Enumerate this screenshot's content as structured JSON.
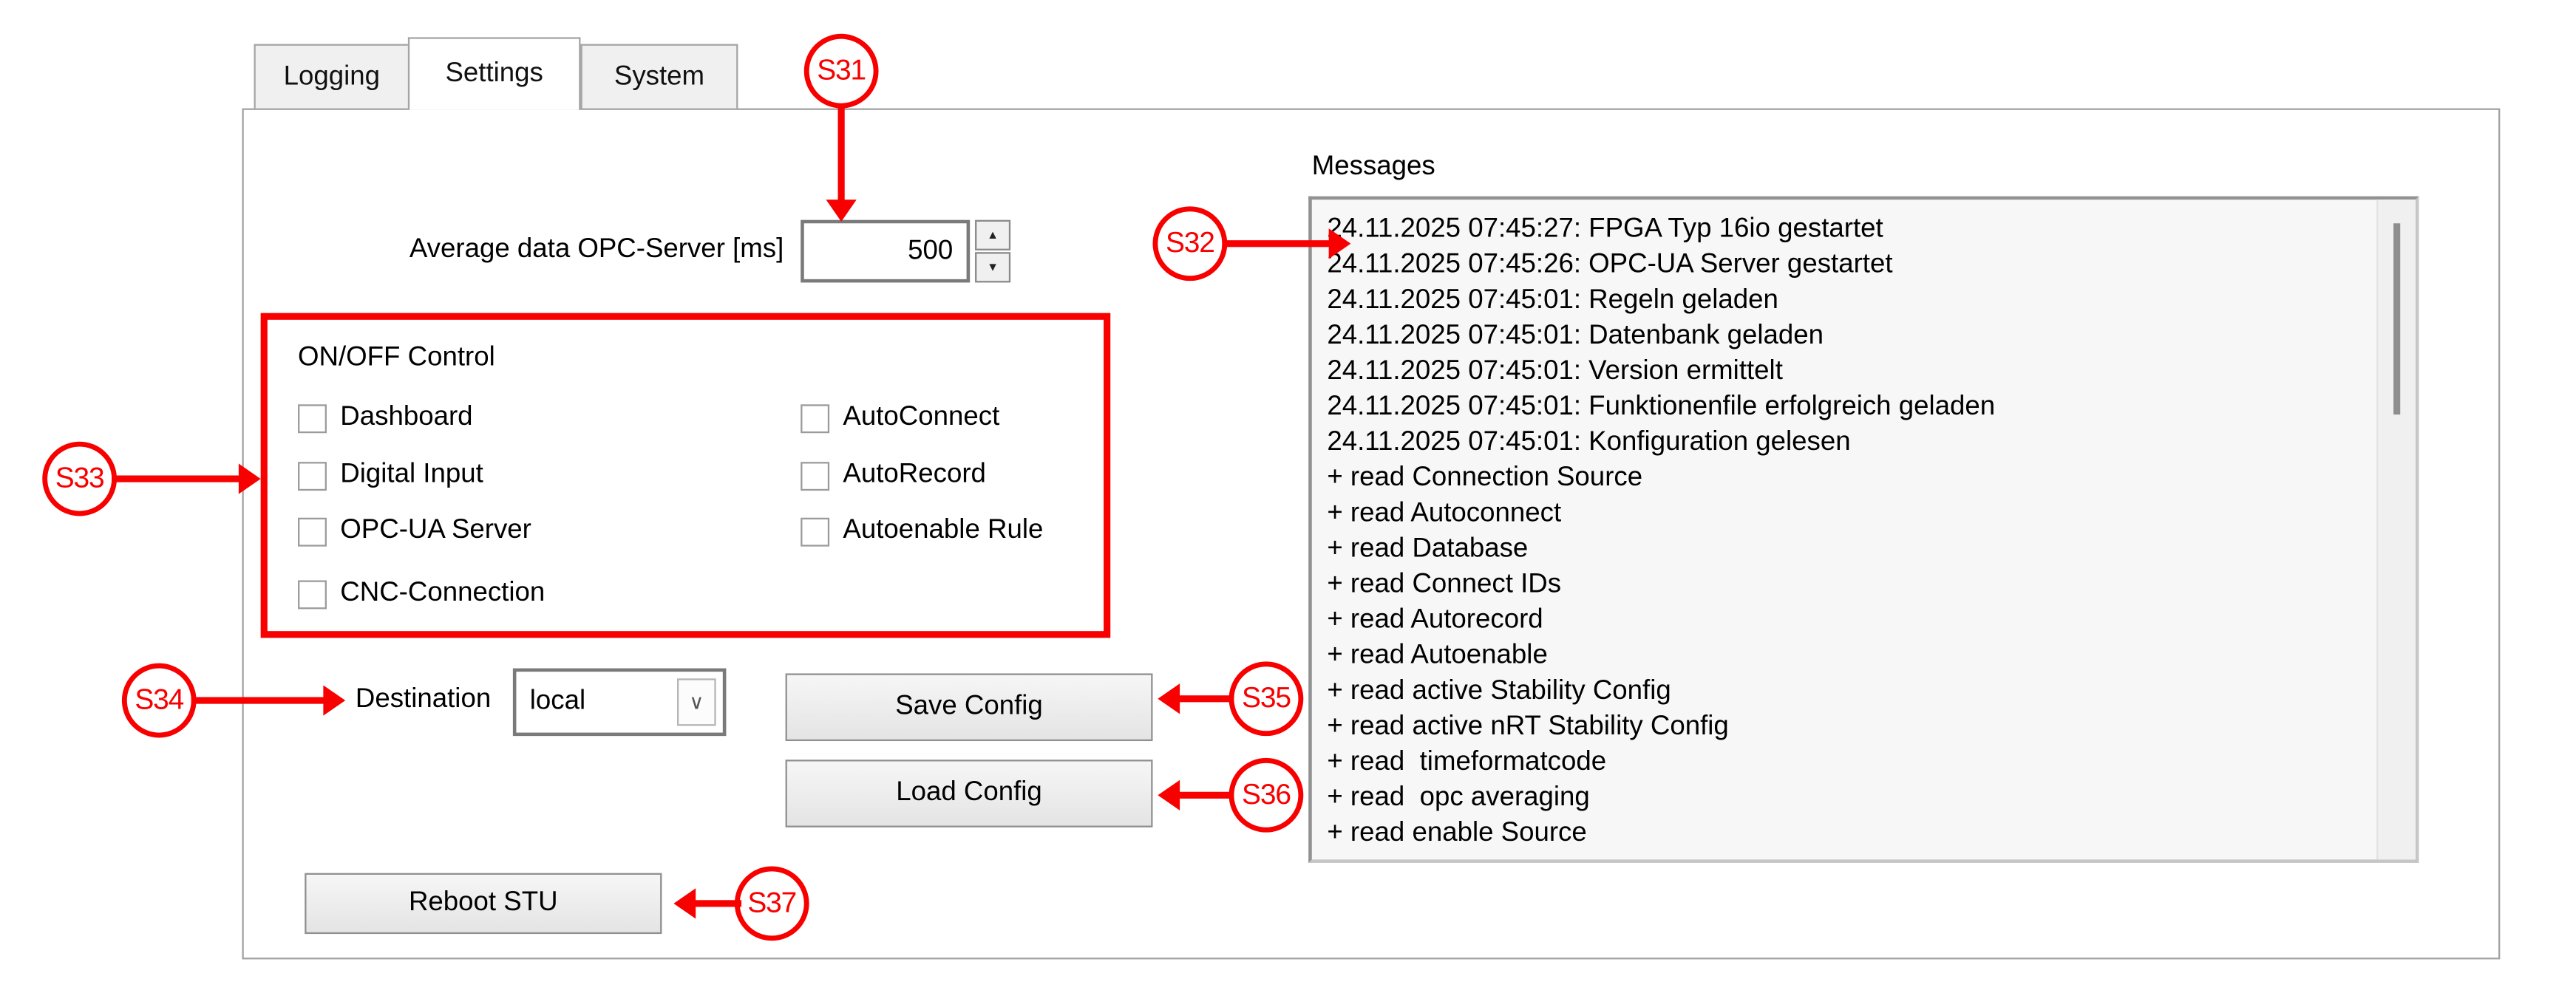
{
  "colors": {
    "annotation_red": "#f80000",
    "panel_border": "#a2a2a2",
    "tab_bg": "#f0f0f0",
    "listbox_bg": "#f7f7f7"
  },
  "tabs": {
    "logging": "Logging",
    "settings": "Settings",
    "system": "System"
  },
  "opc": {
    "label": "Average data OPC-Server [ms]",
    "value": "500"
  },
  "onoff": {
    "title": "ON/OFF Control",
    "left": [
      {
        "label": "Dashboard",
        "checked": false
      },
      {
        "label": "Digital Input",
        "checked": false
      },
      {
        "label": "OPC-UA Server",
        "checked": false
      },
      {
        "label": "CNC-Connection",
        "checked": false
      }
    ],
    "right": [
      {
        "label": "AutoConnect",
        "checked": false
      },
      {
        "label": "AutoRecord",
        "checked": false
      },
      {
        "label": "Autoenable Rule",
        "checked": false
      }
    ]
  },
  "destination": {
    "label": "Destination",
    "value": "local"
  },
  "buttons": {
    "save": "Save Config",
    "load": "Load Config",
    "reboot": "Reboot STU"
  },
  "messages": {
    "title": "Messages",
    "lines": [
      "24.11.2025 07:45:27: FPGA Typ 16io gestartet",
      "24.11.2025 07:45:26: OPC-UA Server gestartet",
      "24.11.2025 07:45:01: Regeln geladen",
      "24.11.2025 07:45:01: Datenbank geladen",
      "24.11.2025 07:45:01: Version ermittelt",
      "24.11.2025 07:45:01: Funktionenfile erfolgreich geladen",
      "24.11.2025 07:45:01: Konfiguration gelesen",
      "+ read Connection Source",
      "+ read Autoconnect",
      "+ read Database",
      "+ read Connect IDs",
      "+ read Autorecord",
      "+ read Autoenable",
      "+ read active Stability Config",
      "+ read active nRT Stability Config",
      "+ read  timeformatcode",
      "+ read  opc averaging",
      "+ read enable Source"
    ]
  },
  "callouts": {
    "s31": "S31",
    "s32": "S32",
    "s33": "S33",
    "s34": "S34",
    "s35": "S35",
    "s36": "S36",
    "s37": "S37"
  }
}
